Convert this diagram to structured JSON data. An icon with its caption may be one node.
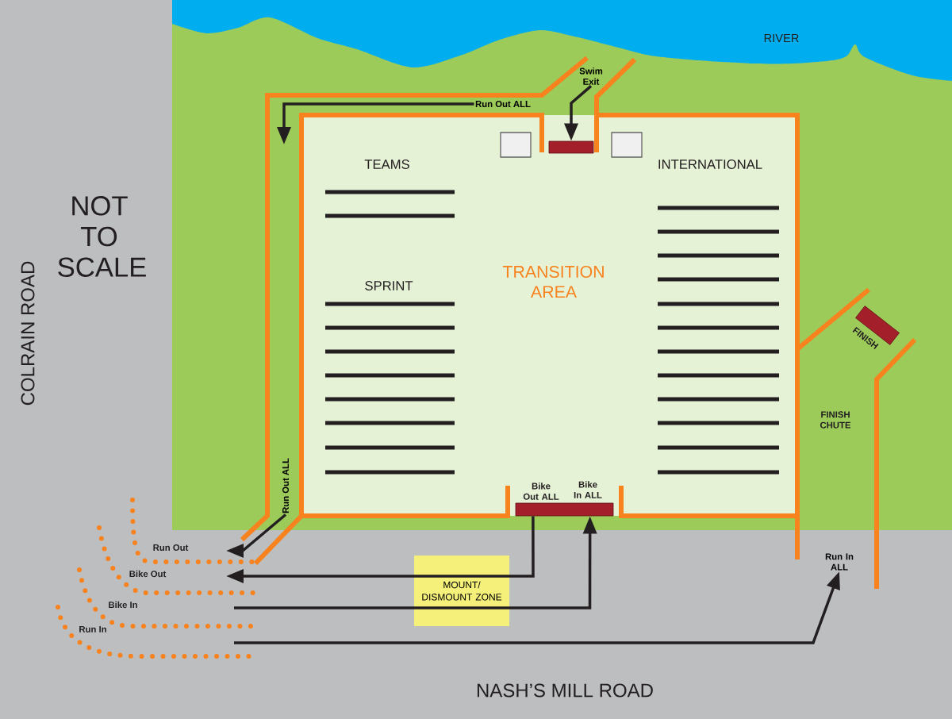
{
  "diagram": {
    "nodes": [
      {
        "text": [
          "TRANSITION AREA"
        ]
      },
      {
        "text": [],
        "shape": "box",
        "in": 0
      },
      {
        "text": [],
        "shape": "box",
        "in": 0
      },
      {
        "text": [
          "Swim Exit"
        ]
      },
      {
        "text": [],
        "shape": "bar",
        "in": 0
      },
      {
        "text": [
          "Run Out ALL"
        ]
      },
      {
        "text": [
          "Run Out ALL"
        ]
      },
      {
        "text": [],
        "shape": "bar",
        "in": 0,
        "beside": [
          "Bike Out ALL",
          "Bike In ALL"
        ]
      },
      {
        "text": [
          "MOUNT/ DISMOUNT ZONE"
        ]
      },
      {
        "text": [
          "Run In ALL"
        ]
      },
      {
        "text": [],
        "shape": "bar",
        "beside": [
          "FINISH"
        ]
      }
    ],
    "edges": [
      {
        "from": 3,
        "to": 4,
        "arrow": "to"
      },
      {
        "from": 5,
        "to": null,
        "arrow": "to"
      },
      {
        "from": 6,
        "to": null,
        "arrow": "to"
      },
      {
        "from": 7,
        "to": null,
        "arrow": "to"
      },
      {
        "from": null,
        "to": 7,
        "arrow": "to"
      },
      {
        "from": null,
        "to": 9,
        "arrow": "to"
      }
    ],
    "labels": [
      "RIVER",
      "NOT TO SCALE",
      "COLRAIN ROAD",
      "TEAMS",
      "INTERNATIONAL",
      "SPRINT",
      "FINISH CHUTE",
      "Run Out",
      "Bike Out",
      "Bike In",
      "Run In",
      "NASH’S MILL ROAD"
    ]
  }
}
